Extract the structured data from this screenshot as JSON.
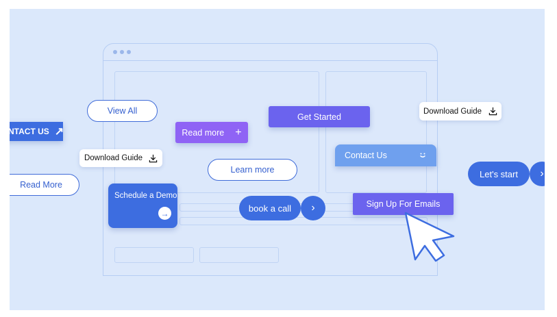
{
  "buttons": {
    "contact_us_cut": "NTACT US",
    "view_all": "View All",
    "read_more_left": "Read More",
    "download_guide_left": "Download Guide",
    "read_more_purple": "Read more",
    "learn_more": "Learn more",
    "get_started": "Get Started",
    "download_guide_right": "Download Guide",
    "contact_us_card": "Contact Us",
    "lets_start": "Let's start",
    "schedule_demo": "Schedule a Demo",
    "book_a_call": "book a call",
    "sign_up": "Sign Up For Emails"
  },
  "icons": {
    "arrow_up_right": "↗",
    "plus": "+",
    "download": "download-icon",
    "smile": "smile-icon",
    "arrow_right": "→",
    "chevron_right": "›",
    "cursor": "cursor-pointer-icon"
  },
  "colors": {
    "background": "#dbe8fb",
    "primary_blue": "#3d6de0",
    "violet": "#6b63ee",
    "purple": "#8f63f5",
    "light_blue": "#6fa0ee",
    "outline_blue": "#3f6bd8"
  }
}
